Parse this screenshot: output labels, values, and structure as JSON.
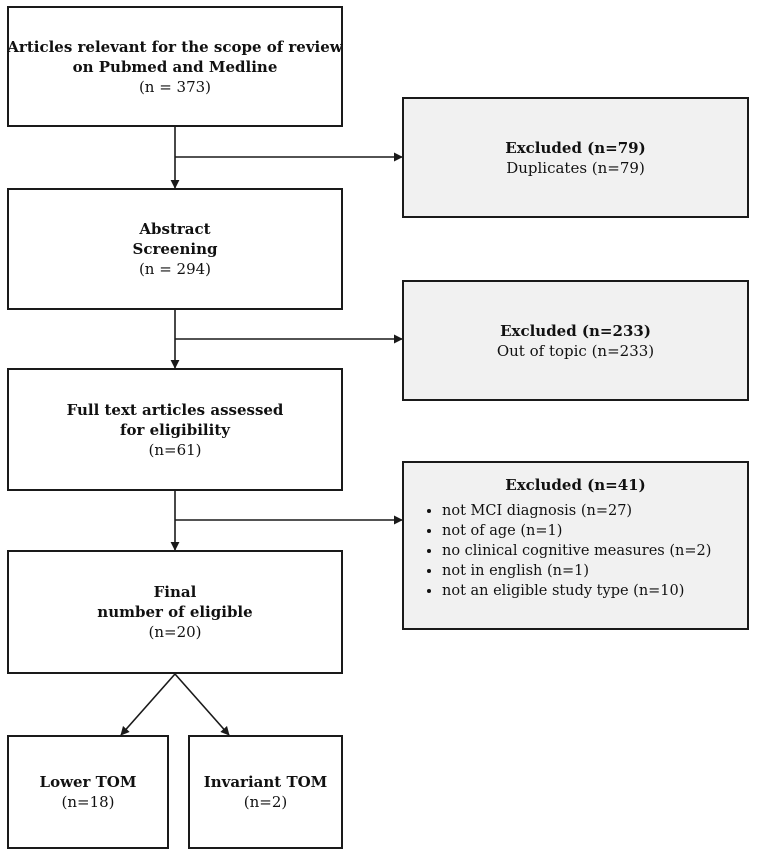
{
  "boxes": {
    "identification": {
      "line1": "Articles relevant for the scope of review",
      "line2": "on Pubmed and Medline",
      "count": "(n = 373)"
    },
    "excluded1": {
      "title": "Excluded (n=79)",
      "detail": "Duplicates (n=79)"
    },
    "abstract": {
      "line1": "Abstract",
      "line2": "Screening",
      "count": "(n = 294)"
    },
    "excluded2": {
      "title": "Excluded (n=233)",
      "detail": "Out of topic (n=233)"
    },
    "fulltext": {
      "line1": "Full text articles assessed",
      "line2": "for eligibility",
      "count": "(n=61)"
    },
    "excluded3": {
      "title": "Excluded (n=41)",
      "reasons": [
        "not MCI diagnosis (n=27)",
        "not of age  (n=1)",
        "no clinical cognitive measures (n=2)",
        "not in english (n=1)",
        "not an eligible study type (n=10)"
      ]
    },
    "final": {
      "line1": "Final",
      "line2": "number of eligible",
      "count": "(n=20)"
    },
    "lower": {
      "title": "Lower TOM",
      "count": "(n=18)"
    },
    "invariant": {
      "title": "Invariant TOM",
      "count": "(n=2)"
    }
  }
}
